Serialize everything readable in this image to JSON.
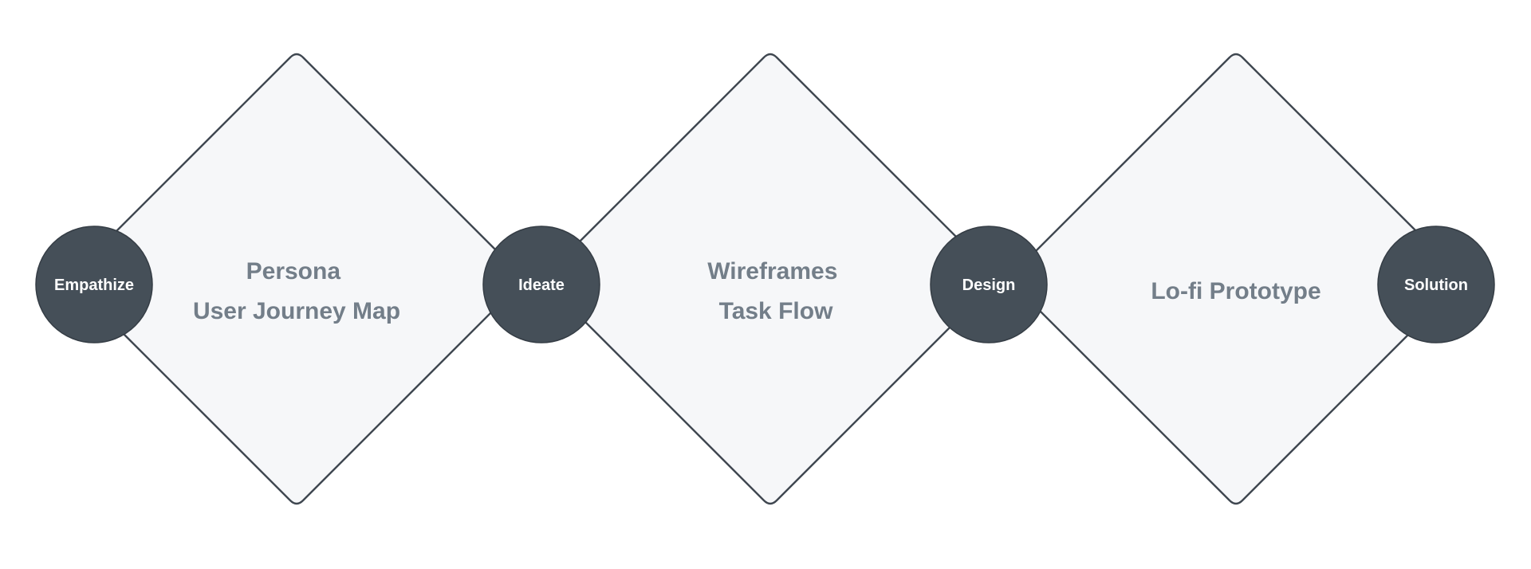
{
  "diagram": {
    "nodes": [
      {
        "id": "empathize",
        "label": "Empathize"
      },
      {
        "id": "ideate",
        "label": "Ideate"
      },
      {
        "id": "design",
        "label": "Design"
      },
      {
        "id": "solution",
        "label": "Solution"
      }
    ],
    "phases": [
      {
        "id": "phase-1",
        "lines": [
          "Persona",
          "User Journey Map"
        ]
      },
      {
        "id": "phase-2",
        "lines": [
          "Wireframes",
          "Task Flow"
        ]
      },
      {
        "id": "phase-3",
        "lines": [
          "Lo-fi Prototype"
        ]
      }
    ],
    "colors": {
      "node_fill": "#454f58",
      "diamond_fill": "#f6f7f9",
      "diamond_stroke": "#3f4750",
      "phase_text": "#737e89",
      "node_text": "#ffffff"
    }
  }
}
